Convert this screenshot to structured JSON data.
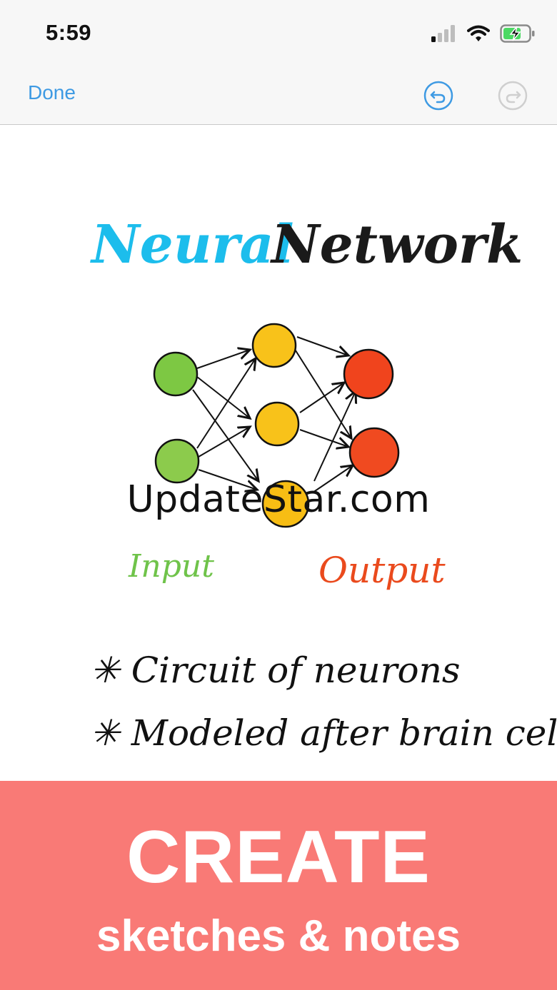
{
  "status_bar": {
    "time": "5:59"
  },
  "nav": {
    "done_label": "Done"
  },
  "note": {
    "title_part1": "Neural",
    "title_part2": "Network",
    "input_label": "Input",
    "output_label": "Output",
    "bullets": [
      "✳ Circuit of neurons",
      "✳ Modeled after brain cells"
    ]
  },
  "watermark": "UpdateStar.com",
  "banner": {
    "title": "CREATE",
    "subtitle": "sketches & notes"
  },
  "colors": {
    "accent": "#3e9ae3",
    "banner": "#f97a76",
    "input_node": "#7dc843",
    "hidden_node": "#f8c21a",
    "output_node": "#f0441d"
  }
}
